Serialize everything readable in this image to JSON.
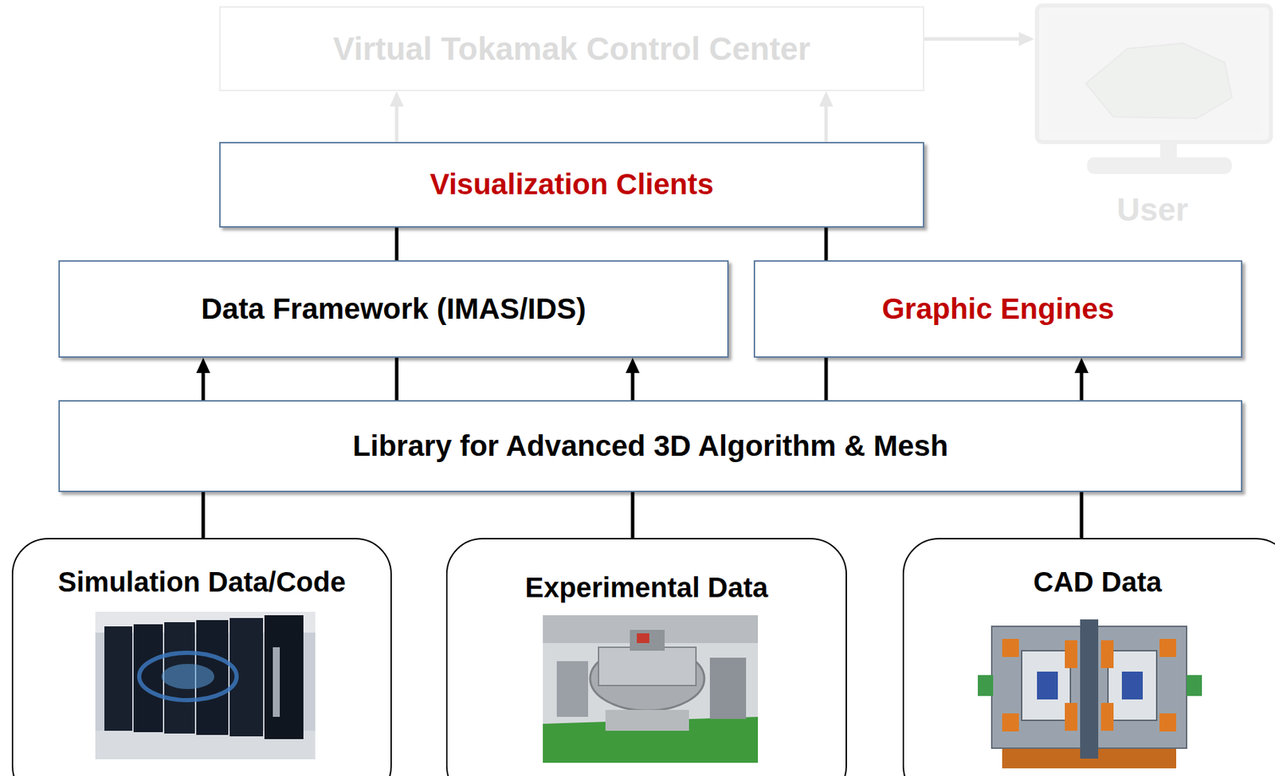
{
  "diagram": {
    "nodes": [
      {
        "text": [
          "Virtual Tokamak Control Center"
        ]
      },
      {
        "text": [
          "User"
        ]
      },
      {
        "text": [
          "Visualization Clients"
        ]
      },
      {
        "text": [
          "Data Framework (IMAS/IDS)"
        ]
      },
      {
        "text": [
          "Graphic Engines"
        ]
      },
      {
        "text": [
          "Library for Advanced 3D Algorithm & Mesh"
        ]
      },
      {
        "text": [
          "Simulation Data/Code"
        ]
      },
      {
        "text": [
          "Experimental Data"
        ]
      },
      {
        "text": [
          "CAD Data"
        ]
      }
    ],
    "edges": [
      {
        "from": 0,
        "to": 1,
        "arrow": "to"
      },
      {
        "from": 2,
        "to": 0,
        "arrow": "to"
      },
      {
        "from": 2,
        "to": 0,
        "arrow": "to"
      },
      {
        "from": 2,
        "to": 3,
        "arrow": "none"
      },
      {
        "from": 2,
        "to": 4,
        "arrow": "none"
      },
      {
        "from": 5,
        "to": 3,
        "arrow": "to"
      },
      {
        "from": 5,
        "to": 3,
        "arrow": "none"
      },
      {
        "from": 5,
        "to": 3,
        "arrow": "to"
      },
      {
        "from": 5,
        "to": 4,
        "arrow": "none"
      },
      {
        "from": 5,
        "to": 4,
        "arrow": "to"
      },
      {
        "from": 6,
        "to": 5,
        "arrow": "none"
      },
      {
        "from": 7,
        "to": 5,
        "arrow": "none"
      },
      {
        "from": 8,
        "to": 5,
        "arrow": "none"
      }
    ]
  }
}
